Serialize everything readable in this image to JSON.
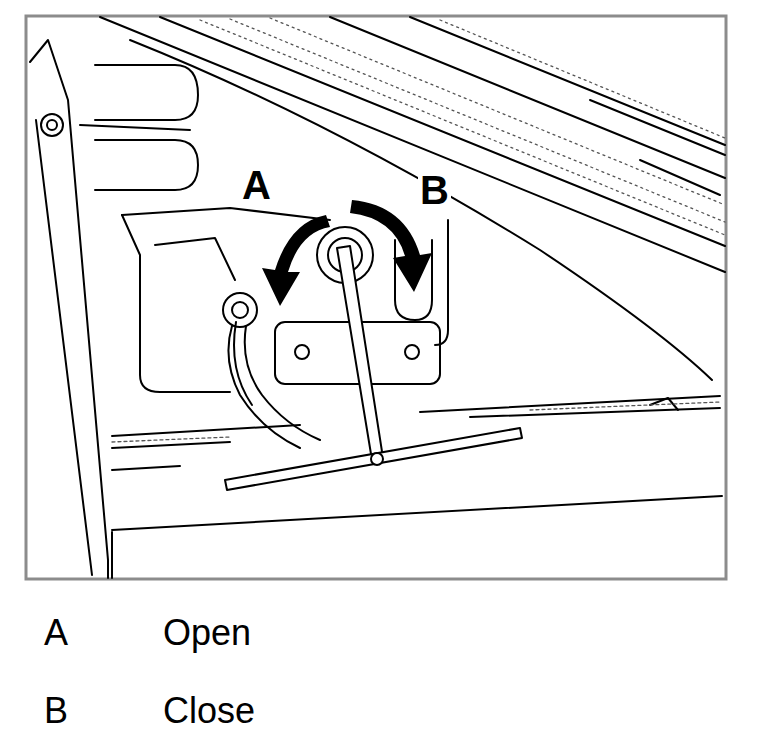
{
  "diagram": {
    "labels": [
      "A",
      "B",
      "A",
      "Open",
      "B",
      "Close"
    ]
  }
}
